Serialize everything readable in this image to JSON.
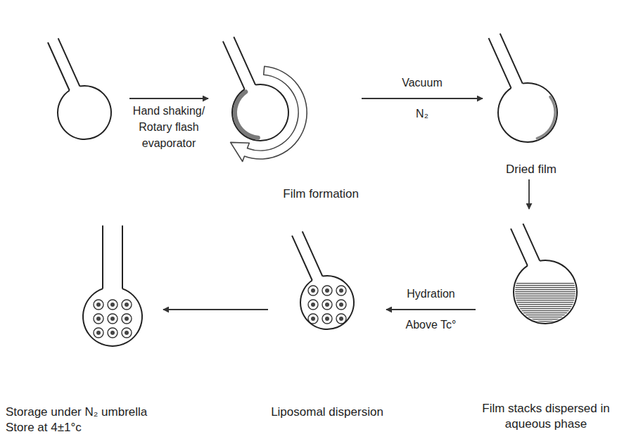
{
  "diagram": {
    "nodes": [
      {
        "text": []
      },
      {
        "text": [
          "Film formation"
        ]
      },
      {
        "text": [
          "Dried film"
        ]
      },
      {
        "text": [
          "Film stacks dispersed in aqueous phase"
        ]
      },
      {
        "text": [
          "Liposomal dispersion"
        ]
      },
      {
        "text": [
          "Storage under N₂ umbrella",
          "Store at 4±1°c"
        ]
      }
    ],
    "edges": [
      {
        "from": 0,
        "to": 1,
        "arrow": "to",
        "label": "Hand shaking/ Rotary flash evaporator"
      },
      {
        "from": 1,
        "to": 2,
        "arrow": "to",
        "label": "Vacuum N₂"
      },
      {
        "from": 2,
        "to": 3,
        "arrow": "to"
      },
      {
        "from": 3,
        "to": 4,
        "arrow": "to",
        "label": "Hydration Above Tc°"
      },
      {
        "from": 4,
        "to": 5,
        "arrow": "to"
      }
    ]
  }
}
